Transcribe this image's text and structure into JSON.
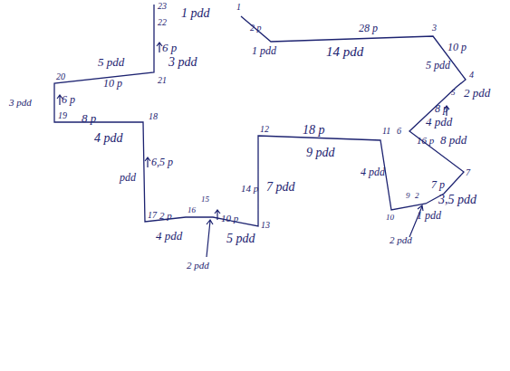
{
  "diagram": {
    "labels": [
      "23",
      "22",
      "1 pdd",
      "6 p",
      "3 pdd",
      "21",
      "5 pdd",
      "10 p",
      "20",
      "3 pdd",
      "6 p",
      "19",
      "8 p",
      "4 pdd",
      "18",
      "6,5 p",
      "pdd",
      "17",
      "2 p",
      "4 pdd",
      "16",
      "15",
      "2 pdd",
      "10 p",
      "5 pdd",
      "13",
      "14 p",
      "7 pdd",
      "12",
      "18 p",
      "9 pdd",
      "11",
      "6",
      "4 pdd",
      "10",
      "9",
      "2",
      "1 pdd",
      "2 pdd",
      "7 p",
      "3,5 pdd",
      "7",
      "16 p",
      "8 pdd",
      "8 p",
      "4 pdd",
      "5",
      "4",
      "2 pdd",
      "3",
      "10 p",
      "5 pdd",
      "28 p",
      "14 pdd",
      "1",
      "2 p",
      "1 pdd"
    ]
  }
}
